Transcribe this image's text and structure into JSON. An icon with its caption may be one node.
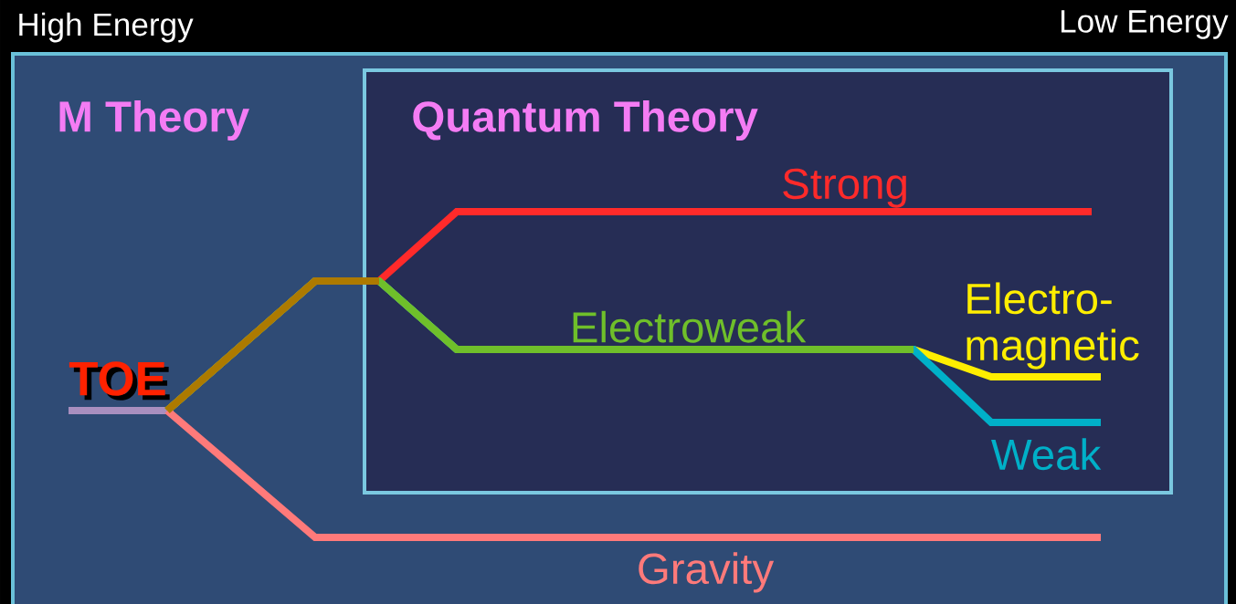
{
  "diagram": {
    "nodes": [
      {
        "text": [
          "M Theory"
        ]
      },
      {
        "text": [
          "Quantum Theory"
        ],
        "in": 0
      },
      {
        "text": [
          "TOE"
        ],
        "in": 0
      }
    ],
    "edges": [
      {
        "from": 2,
        "to": 1,
        "arrow": "none",
        "label": "Strong",
        "color": "#ff2a2a"
      },
      {
        "from": 2,
        "to": 1,
        "arrow": "none",
        "label": "Electroweak",
        "color": "#6fbf2a"
      },
      {
        "from": 2,
        "to": 1,
        "arrow": "none",
        "label": "Electro-magnetic",
        "color": "#ffee00"
      },
      {
        "from": 2,
        "to": 1,
        "arrow": "none",
        "label": "Weak",
        "color": "#00b0c8"
      },
      {
        "from": 2,
        "to": null,
        "arrow": "none",
        "label": "Gravity",
        "color": "#ff7a7a"
      }
    ],
    "labels": [
      "High Energy",
      "Low Energy"
    ]
  }
}
